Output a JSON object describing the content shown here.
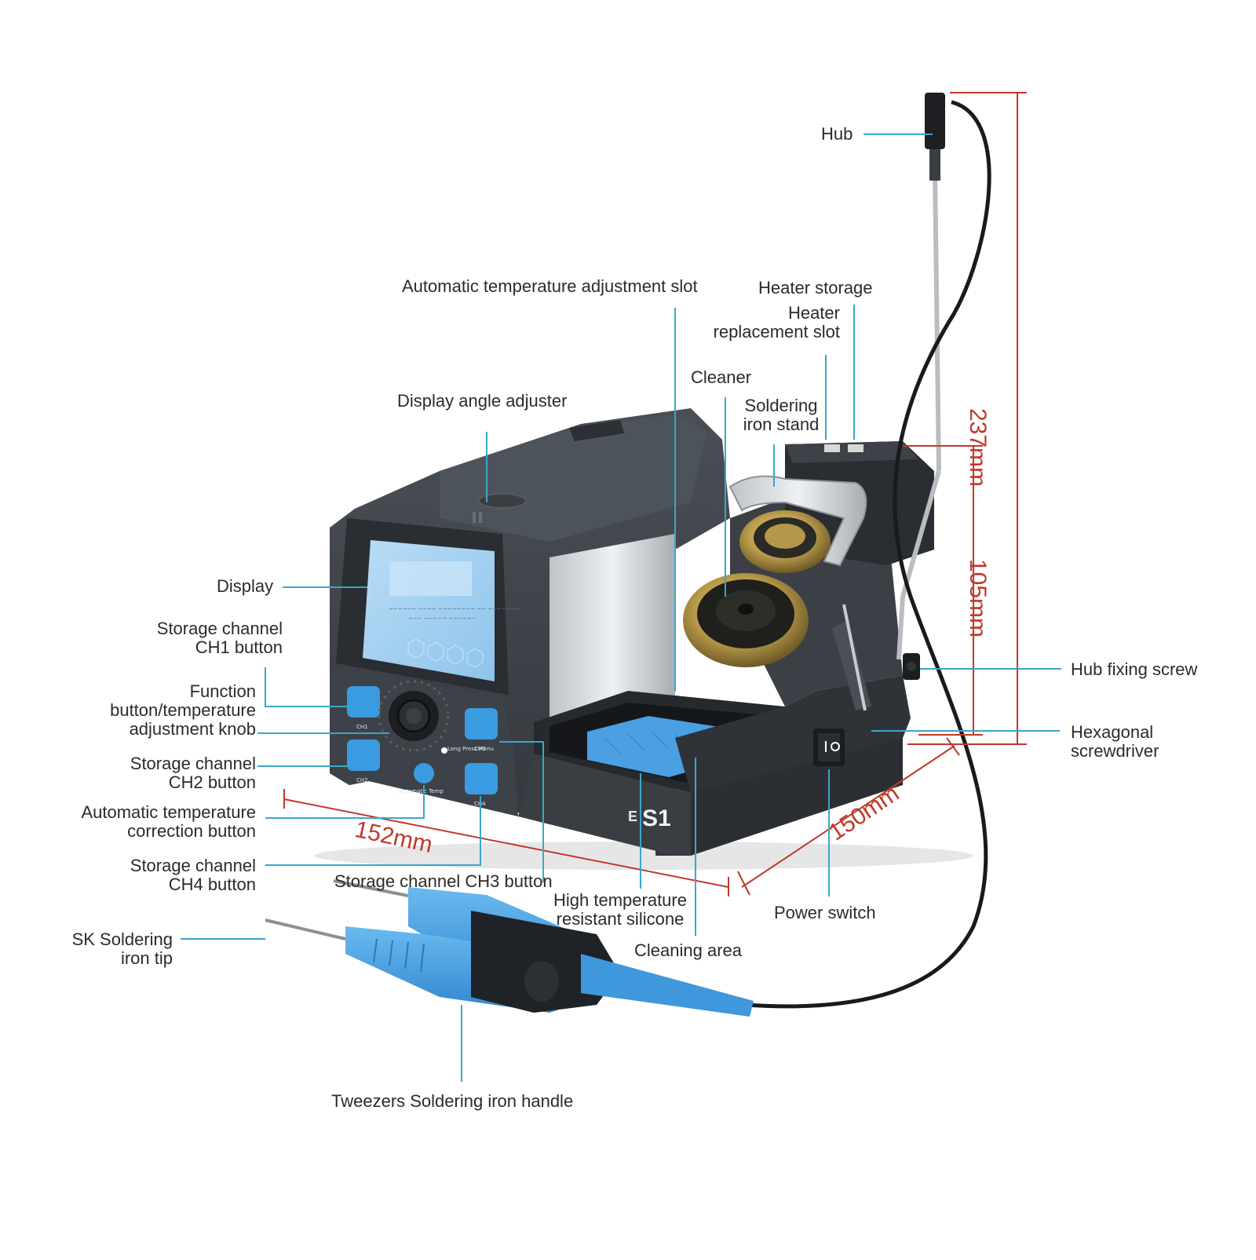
{
  "labels": {
    "hub": "Hub",
    "auto_temp_slot": "Automatic temperature adjustment slot",
    "heater_storage": "Heater storage",
    "heater_replacement_slot_1": "Heater",
    "heater_replacement_slot_2": "replacement slot",
    "cleaner": "Cleaner",
    "display_angle_adjuster": "Display angle adjuster",
    "soldering_iron_stand_1": "Soldering",
    "soldering_iron_stand_2": "iron stand",
    "display": "Display",
    "ch1_button_1": "Storage channel",
    "ch1_button_2": "CH1 button",
    "function_knob_1": "Function",
    "function_knob_2": "button/temperature",
    "function_knob_3": "adjustment knob",
    "ch2_button_1": "Storage channel",
    "ch2_button_2": "CH2 button",
    "auto_correction_1": "Automatic temperature",
    "auto_correction_2": "correction button",
    "ch4_button_1": "Storage channel",
    "ch4_button_2": "CH4 button",
    "ch3_button": "Storage channel CH3 button",
    "silicone_1": "High temperature",
    "silicone_2": "resistant silicone",
    "cleaning_area": "Cleaning area",
    "power_switch": "Power switch",
    "hub_fixing_screw": "Hub fixing screw",
    "hex_screwdriver_1": "Hexagonal",
    "hex_screwdriver_2": "screwdriver",
    "sk_tip_1": "SK Soldering",
    "sk_tip_2": "iron tip",
    "tweezers_handle": "Tweezers Soldering iron handle"
  },
  "dimensions": {
    "height_total": "237mm",
    "height_body": "105mm",
    "depth": "150mm",
    "width": "152mm"
  },
  "device": {
    "model": "S1",
    "brand_mark": "E",
    "ch1": "CH1",
    "ch2": "CH2",
    "ch3": "CH3",
    "ch4": "CH4",
    "long_press_menu": "Long Press Menu",
    "auto_temp": "Automatic Temp"
  },
  "colors": {
    "dimension_lines": "#c0392b",
    "leader_lines": "#3aa7c9",
    "body": "#3b3f45",
    "buttons": "#3b9be0",
    "handle_blue": "#4aa3e3"
  }
}
